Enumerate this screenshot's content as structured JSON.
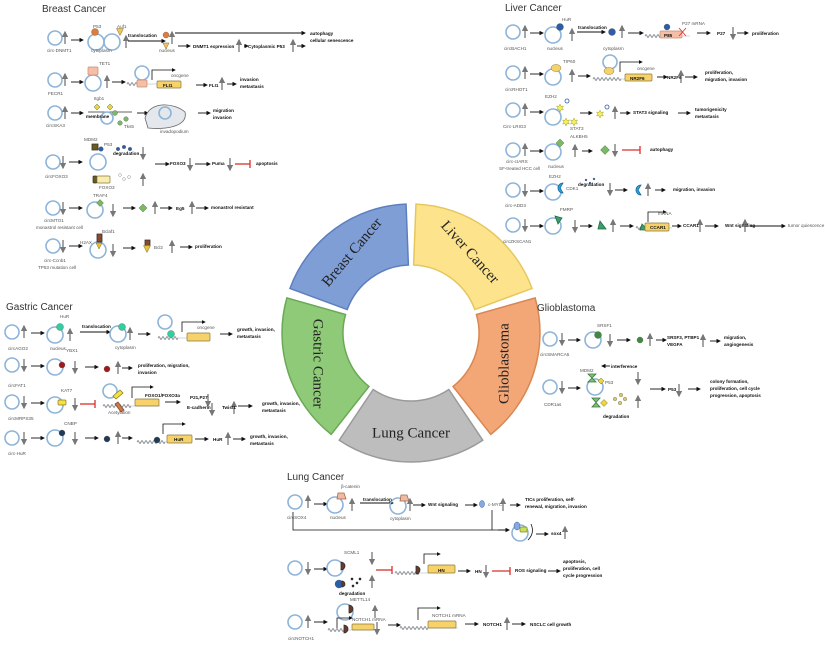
{
  "sections": {
    "breast_cancer": {
      "title": "Breast Cancer",
      "labels": [
        "circ-DNMT1",
        "P53",
        "Auf1",
        "cytoplasm",
        "translocation",
        "nucleus",
        "autophagy",
        "cellular senescence",
        "DNMT1 expression",
        "Cytoplasmic P53",
        "FECR1",
        "TET1",
        "oncgene",
        "FLI1",
        "FLI1",
        "invasion",
        "metastasis",
        "circSKA3",
        "Itgb1",
        "membrane",
        "Tks5",
        "invadopodium",
        "migration",
        "invasion",
        "MDM2",
        "P53",
        "degradation",
        "circFOXO3",
        "FOXO3",
        "FOXO3",
        "Puma",
        "apoptosis",
        "TRAF4",
        "circMTO1",
        "monastrol resistant cell",
        "Eg5",
        "monastrol resistant",
        "Bclaf1",
        "H2AX",
        "Bcl2",
        "proliferation",
        "circ-Ccnb1",
        "TP53 mutation cell"
      ]
    },
    "liver_cancer": {
      "title": "Liver Cancer",
      "labels": [
        "circBACH1",
        "HuR",
        "nucleus",
        "translocation",
        "cytoplasm",
        "P27 mRNA",
        "P85",
        "P27",
        "proliferation",
        "circRHOT1",
        "TIP60",
        "oncgene",
        "NR2F6",
        "NR2F6",
        "proliferation,",
        "migration, invasion",
        "Circ-LRIG3",
        "EZH2",
        "STAT3",
        "STAT3 signaling",
        "tumorigenicity",
        "metastasis",
        "circ-cIARS",
        "SF-treated HCC cell",
        "ALKBH5",
        "nucleus",
        "autophagy",
        "circ-ADD3",
        "EZH2",
        "CDK1",
        "degradation",
        "migration, invasion",
        "circZKSCAN1",
        "FMRP",
        "mRNA",
        "CCAR1",
        "CCAR1",
        "Wnt signaling",
        "tumor quiescence"
      ]
    },
    "gastric_cancer": {
      "title": "Gastric Cancer",
      "labels": [
        "circAGO2",
        "HuR",
        "nucleus",
        "translocation",
        "cytoplasm",
        "oncgene",
        "growth, invasion,",
        "metastasis",
        "circFAT1",
        "YBX1",
        "proliferation, migration,",
        "invasion",
        "circMRPS35",
        "KAT7",
        "Acetylation",
        "FOXO1/FOXO3a",
        "P21,P27",
        "E-cadherin",
        "Twist1",
        "growth, invasion,",
        "metastasis",
        "circ-HuR",
        "CNBP",
        "HuR",
        "HuR",
        "growth, invasion,",
        "metastasis"
      ]
    },
    "glioblastoma": {
      "title": "Glioblastoma",
      "labels": [
        "circSMARCA5",
        "SRSF1",
        "SRSF3, PTBP1",
        "VEGFA",
        "migration,",
        "angiogenesis",
        "CDR1as",
        "MDM2",
        "interference",
        "P53",
        "degradation",
        "P53",
        "colony formation,",
        "proliferation, cell cycle",
        "progression, apoptosis"
      ]
    },
    "lung_cancer": {
      "title": "Lung Cancer",
      "labels": [
        "circSOX4",
        "β-catenin",
        "nucleus",
        "translocation",
        "cytoplasm",
        "Wnt signaling",
        "c-MYC",
        "TICs proliferation, self-",
        "renewal, migration, invasion",
        "sox4",
        "SCML1",
        "degradation",
        "HN",
        "HN",
        "ROS signaling",
        "apoptosis,",
        "proliferation, cell",
        "cycle progression",
        "circNOTCH1",
        "METTL14",
        "NOTCH1 mRNA",
        "NOTCH1 mRNA",
        "NOTCH1",
        "NSCLC cell growth"
      ]
    }
  },
  "wheel": {
    "segments": [
      {
        "label": "Liver Cancer",
        "color": "#fde48c",
        "border": "#e6c75e"
      },
      {
        "label": "Glioblastoma",
        "color": "#f3a676",
        "border": "#d98752"
      },
      {
        "label": "Lung Cancer",
        "color": "#bdbdbd",
        "border": "#9a9a9a"
      },
      {
        "label": "Gastric Cancer",
        "color": "#8fca78",
        "border": "#6aa955"
      },
      {
        "label": "Breast Cancer",
        "color": "#7f9ed6",
        "border": "#5d7fbf"
      }
    ]
  },
  "colors": {
    "circrna_ring": "#8db4d8",
    "regulation_arrow": "#777777",
    "inhibition": "#d9302c"
  }
}
